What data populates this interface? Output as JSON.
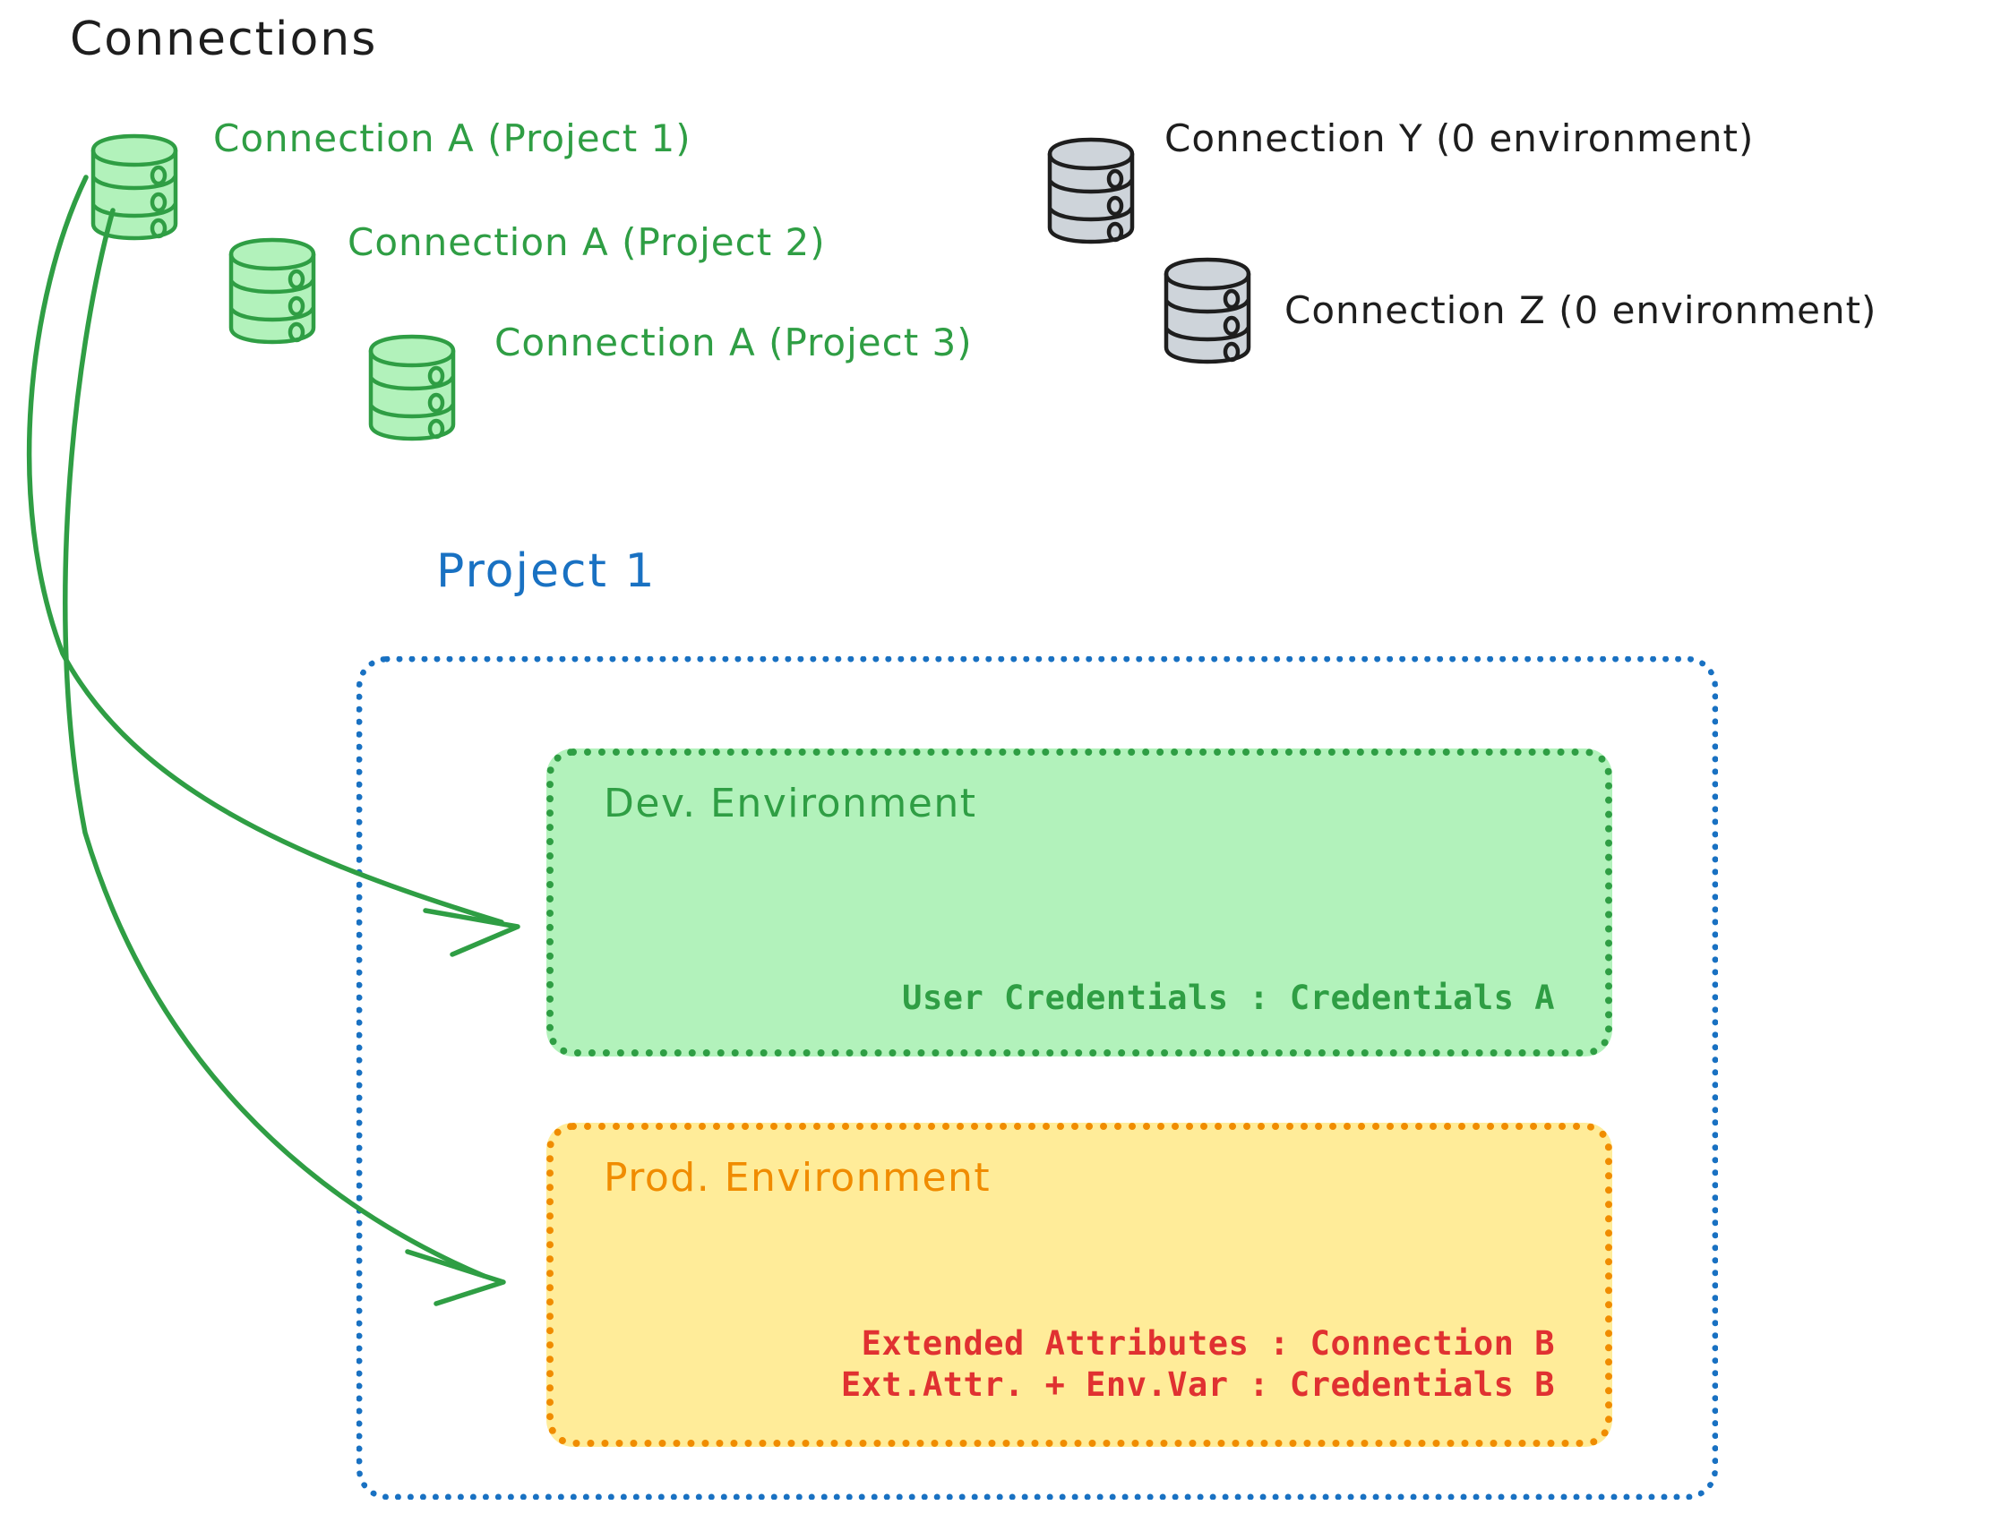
{
  "headings": {
    "connections_title": "Connections",
    "project_title": "Project 1"
  },
  "colors": {
    "green_stroke": "#2f9e44",
    "green_fill": "#b2f2bb",
    "gray_stroke": "#1e1e1e",
    "gray_fill": "#ced4da",
    "blue": "#1971c2",
    "orange": "#f08c00",
    "yellow_fill": "#ffec99",
    "red": "#e03131",
    "black": "#1e1e1e"
  },
  "connections": [
    {
      "id": "connection-a-project-1",
      "label": "Connection A (Project 1)",
      "icon": "database-icon",
      "variant": "green"
    },
    {
      "id": "connection-a-project-2",
      "label": "Connection A (Project 2)",
      "icon": "database-icon",
      "variant": "green"
    },
    {
      "id": "connection-a-project-3",
      "label": "Connection A (Project 3)",
      "icon": "database-icon",
      "variant": "green"
    },
    {
      "id": "connection-y",
      "label": "Connection Y (0 environment)",
      "icon": "database-icon",
      "variant": "gray"
    },
    {
      "id": "connection-z",
      "label": "Connection Z (0 environment)",
      "icon": "database-icon",
      "variant": "gray"
    }
  ],
  "project": {
    "title": "Project 1",
    "environments": [
      {
        "id": "dev-environment",
        "title": "Dev. Environment",
        "lines": [
          "User Credentials : Credentials A"
        ]
      },
      {
        "id": "prod-environment",
        "title": "Prod. Environment",
        "lines": [
          "Extended Attributes : Connection B",
          "Ext.Attr. + Env.Var : Credentials B"
        ]
      }
    ]
  },
  "arrows": [
    {
      "id": "arrow-connection-a-to-dev",
      "from": "connection-a-project-1",
      "to": "dev-environment"
    },
    {
      "id": "arrow-connection-a-to-prod",
      "from": "connection-a-project-1",
      "to": "prod-environment"
    }
  ]
}
